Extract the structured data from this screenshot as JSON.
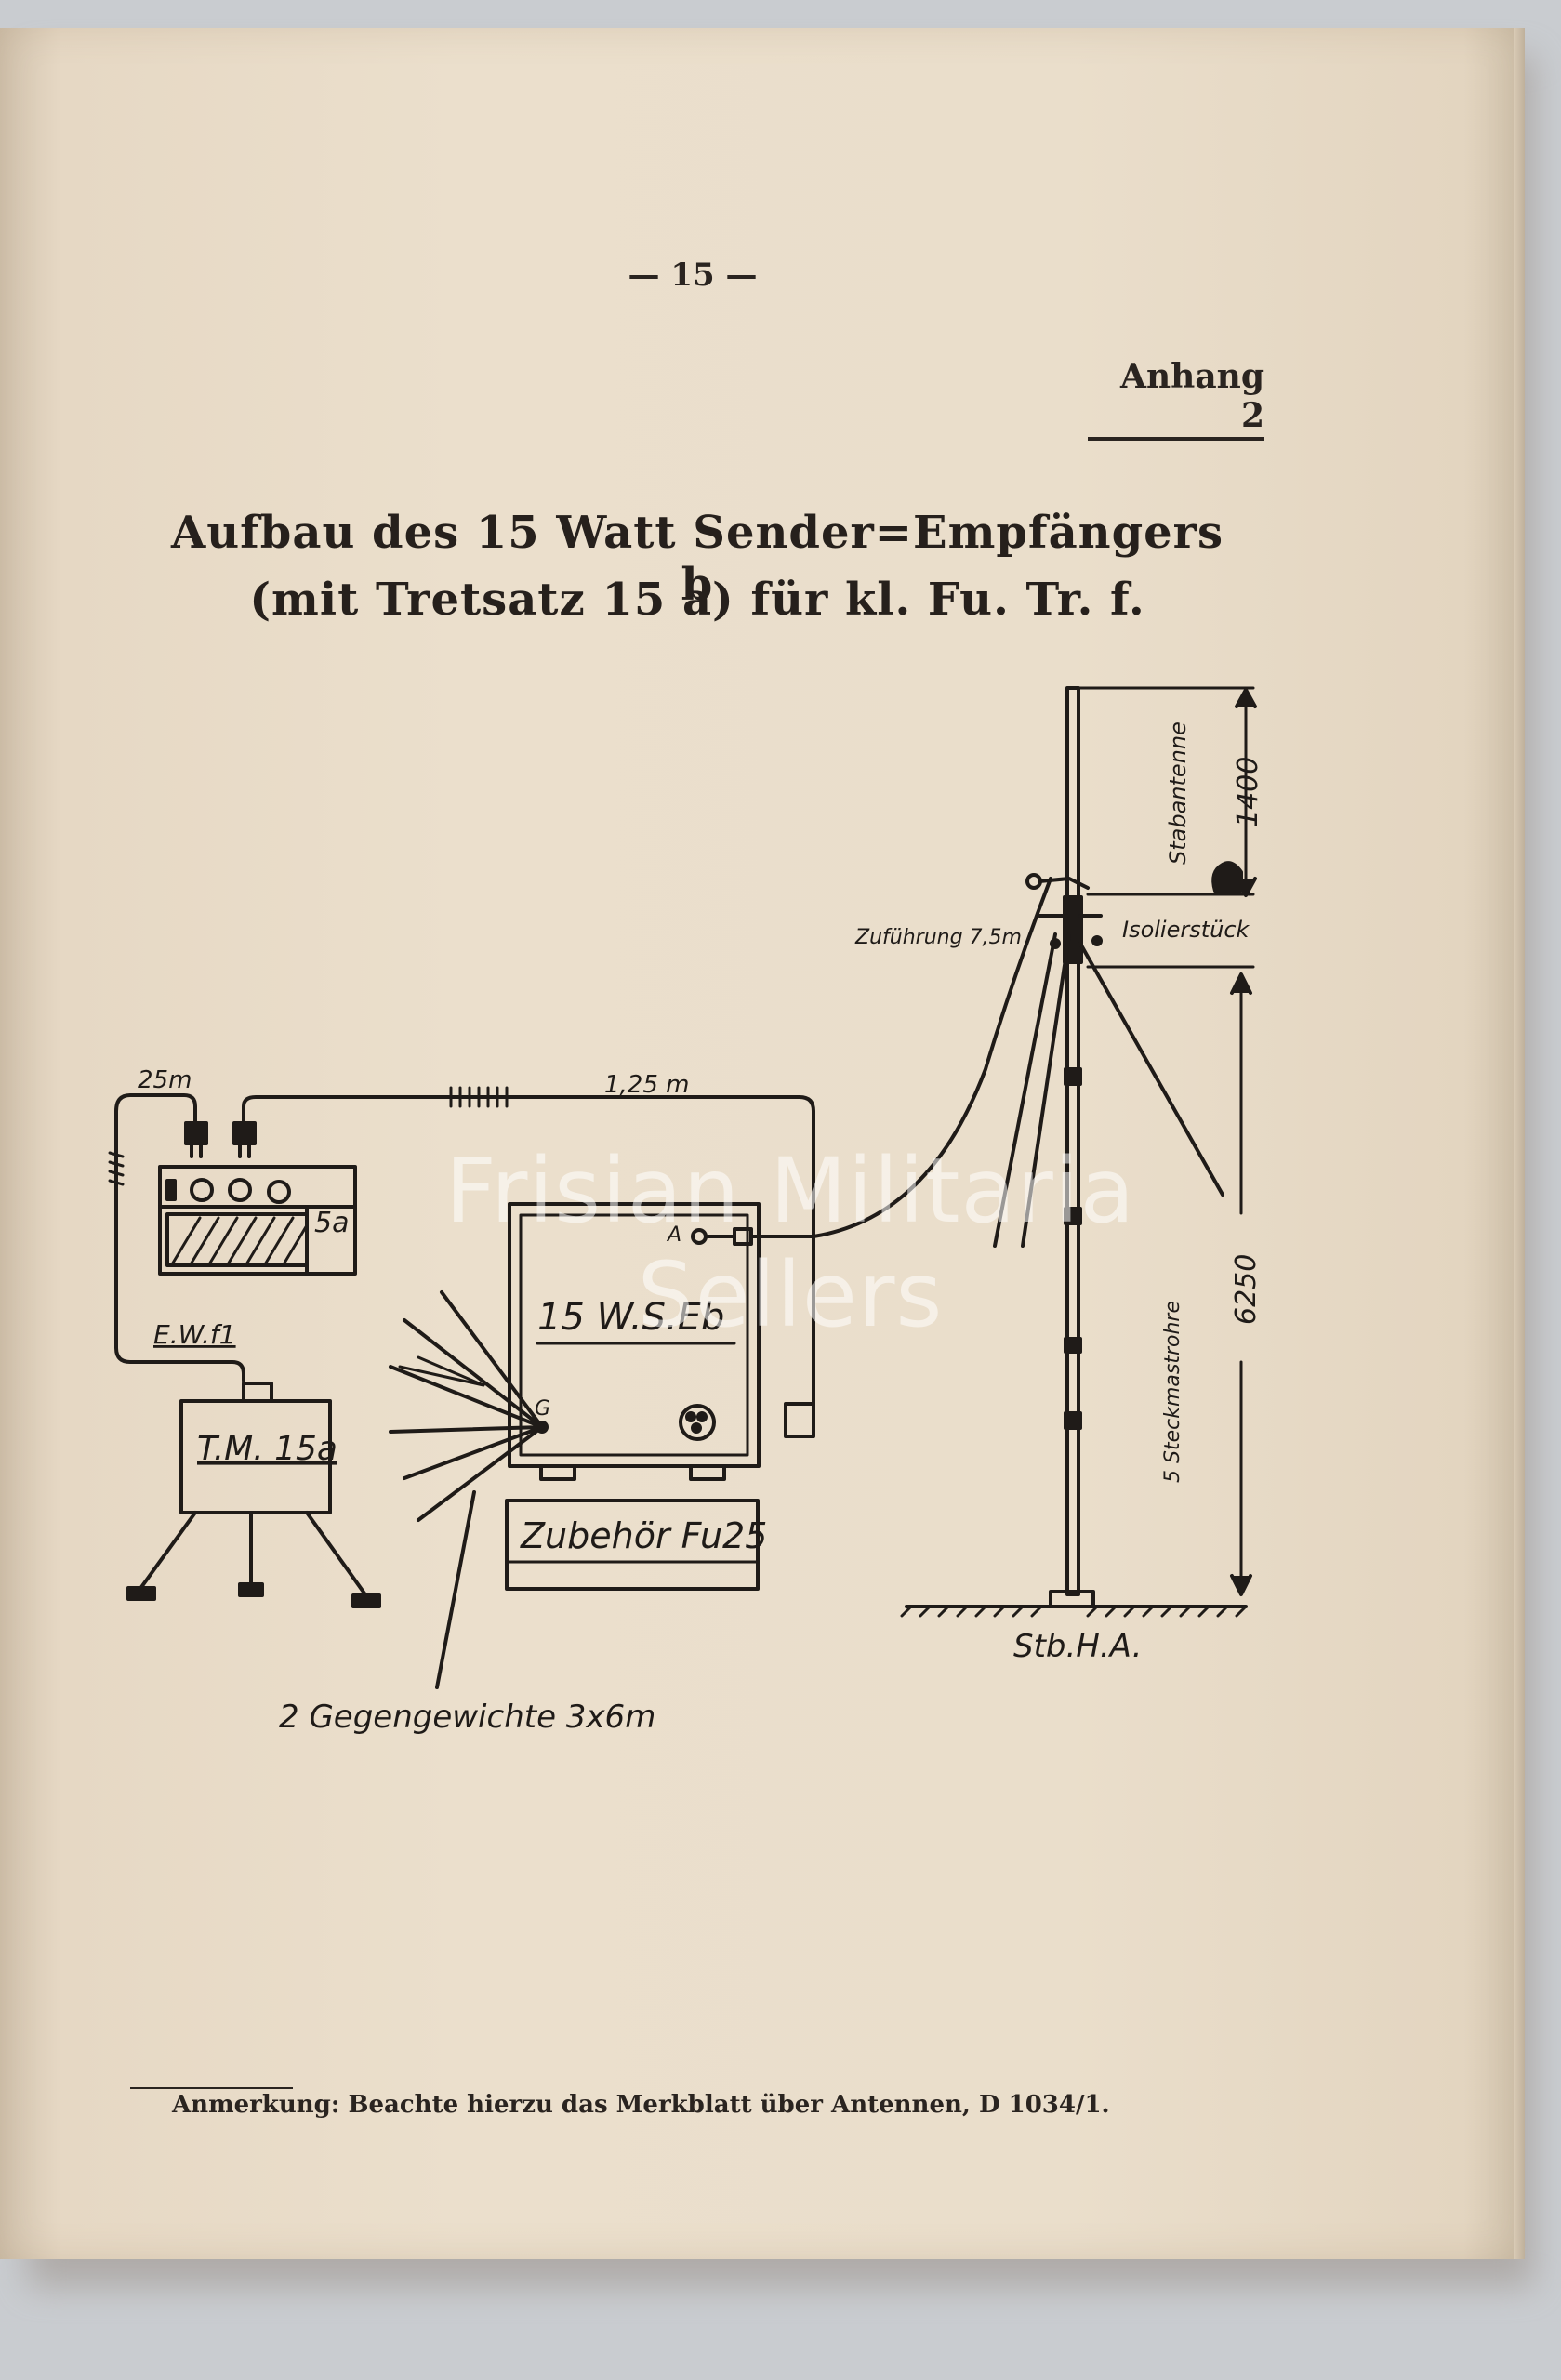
{
  "header": {
    "page_number": "— 15 —",
    "appendix": "Anhang 2"
  },
  "title": {
    "line1": "Aufbau des 15 Watt Sender=Empfängers b",
    "line2": "(mit Tretsatz 15 a) für kl. Fu. Tr. f."
  },
  "diagram": {
    "labels": {
      "cable_25m": "25m",
      "cable_125m": "1,25 m",
      "battery": "5a",
      "ewf1": "E.W.f1",
      "tm15a": "T.M. 15a",
      "radio": "15 W.S.Eb",
      "terminal_a": "A",
      "terminal_g": "G",
      "accessories": "Zubehör Fu25",
      "counterweights": "2 Gegengewichte  3x6m",
      "feed": "Zuführung 7,5m",
      "insulator": "Isolierstück",
      "rod_antenna": "Stabantenne",
      "dim_1400": "1400",
      "dim_6250": "6250",
      "mast_tubes": "5 Steckmastrohre",
      "base": "Stb.H.A."
    }
  },
  "footnote": "Anmerkung: Beachte hierzu das Merkblatt über Antennen, D 1034/1.",
  "watermark": "Frisian Militaria Sellers"
}
